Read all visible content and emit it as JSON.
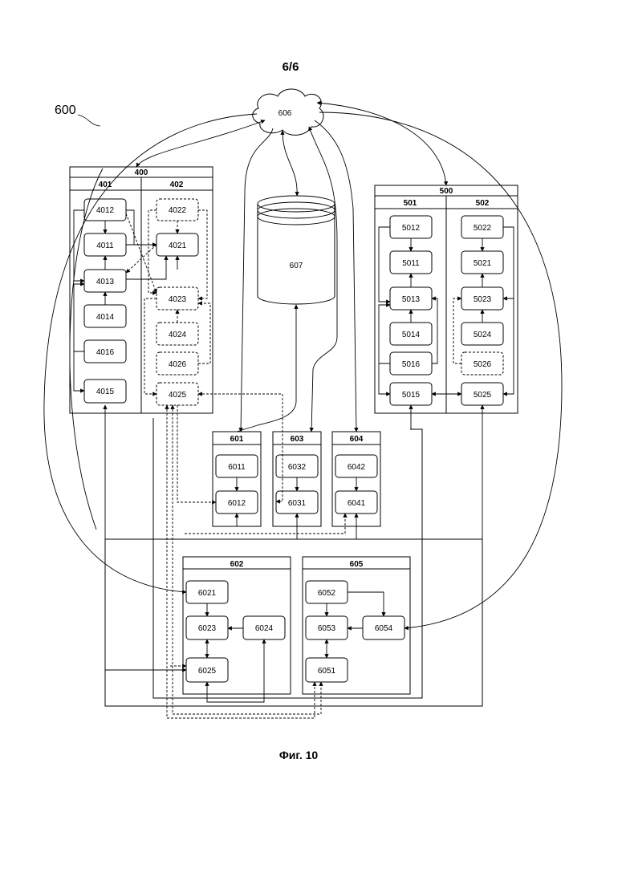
{
  "page_label": "6/6",
  "system_ref": "600",
  "figure_caption": "Фиг. 10",
  "network": {
    "label": "606"
  },
  "database": {
    "label": "607"
  },
  "modules": {
    "400": {
      "title": "400",
      "col_left": "401",
      "col_right": "402"
    },
    "500": {
      "title": "500",
      "col_left": "501",
      "col_right": "502"
    },
    "601": {
      "title": "601"
    },
    "603": {
      "title": "603"
    },
    "604": {
      "title": "604"
    },
    "602": {
      "title": "602"
    },
    "605": {
      "title": "605"
    }
  },
  "blocks": {
    "b4012": "4012",
    "b4011": "4011",
    "b4013": "4013",
    "b4014": "4014",
    "b4016": "4016",
    "b4015": "4015",
    "b4022": "4022",
    "b4021": "4021",
    "b4023": "4023",
    "b4024": "4024",
    "b4026": "4026",
    "b4025": "4025",
    "b5012": "5012",
    "b5011": "5011",
    "b5013": "5013",
    "b5014": "5014",
    "b5016": "5016",
    "b5015": "5015",
    "b5022": "5022",
    "b5021": "5021",
    "b5023": "5023",
    "b5024": "5024",
    "b5026": "5026",
    "b5025": "5025",
    "b6011": "6011",
    "b6012": "6012",
    "b6032": "6032",
    "b6031": "6031",
    "b6042": "6042",
    "b6041": "6041",
    "b6021": "6021",
    "b6023": "6023",
    "b6024": "6024",
    "b6025": "6025",
    "b6052": "6052",
    "b6053": "6053",
    "b6054": "6054",
    "b6051": "6051"
  }
}
